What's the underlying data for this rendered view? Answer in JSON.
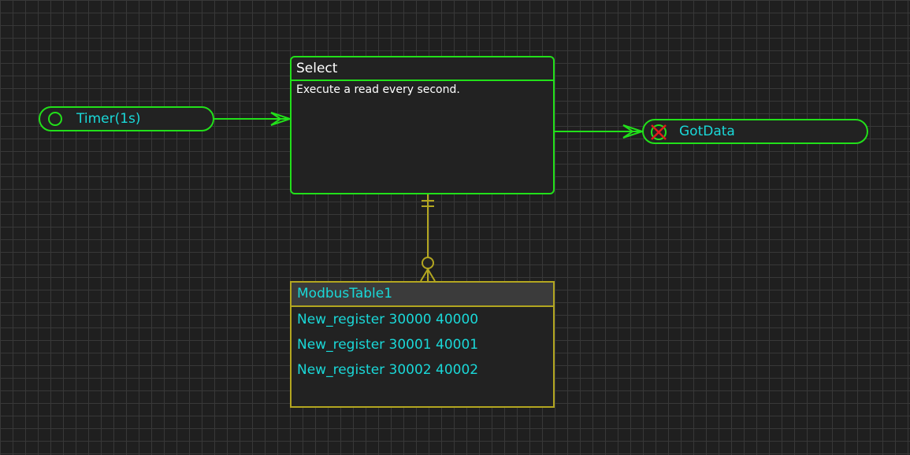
{
  "colors": {
    "background": "#1f1f1f",
    "grid": "#383838",
    "flow_green": "#22e01a",
    "relation_olive": "#b3a620",
    "label_cyan": "#1ad8d8",
    "title_white": "#ffffff",
    "error_red": "#e01a1a"
  },
  "nodes": {
    "timer": {
      "label": "Timer(1s)",
      "icon": "start-circle-icon"
    },
    "select": {
      "title": "Select",
      "description": "Execute a read every second."
    },
    "got_data": {
      "label": "GotData",
      "icon": "error-x-icon"
    }
  },
  "table": {
    "name": "ModbusTable1",
    "rows": [
      "New_register 30000 40000",
      "New_register 30001 40001",
      "New_register 30002 40002"
    ]
  },
  "connections": [
    {
      "from": "timer",
      "to": "select",
      "type": "flow"
    },
    {
      "from": "select",
      "to": "got_data",
      "type": "flow"
    },
    {
      "from": "select",
      "to": "table",
      "type": "relation",
      "from_cardinality": "exactly-one",
      "to_cardinality": "zero-or-many"
    }
  ]
}
